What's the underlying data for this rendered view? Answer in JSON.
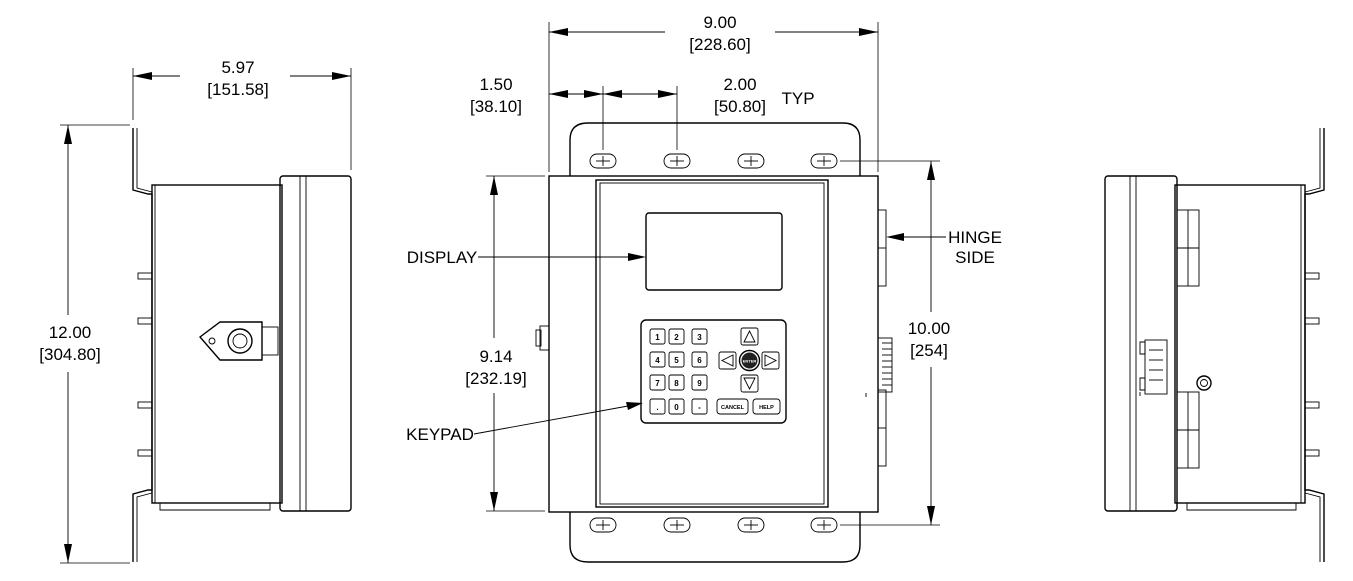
{
  "dimensions": {
    "depth": {
      "value": "5.97",
      "metric": "[151.58]"
    },
    "height_overall": {
      "value": "12.00",
      "metric": "[304.80]"
    },
    "width_overall": {
      "value": "9.00",
      "metric": "[228.60]"
    },
    "slot_offset": {
      "value": "1.50",
      "metric": "[38.10]"
    },
    "slot_pitch": {
      "value": "2.00",
      "metric": "[50.80]",
      "suffix": "TYP"
    },
    "enclosure_height": {
      "value": "9.14",
      "metric": "[232.19]"
    },
    "mount_spacing": {
      "value": "10.00",
      "metric": "[254]"
    }
  },
  "labels": {
    "display": "DISPLAY",
    "keypad": "KEYPAD",
    "hinge_line1": "HINGE",
    "hinge_line2": "SIDE"
  },
  "keypad_keys": {
    "k1": "1",
    "k2": "2",
    "k3": "3",
    "k4": "4",
    "k5": "5",
    "k6": "6",
    "k7": "7",
    "k8": "8",
    "k9": "9",
    "kdot": ".",
    "k0": "0",
    "kminus": "-",
    "cancel": "CANCEL",
    "help": "HELP",
    "enter": "ENTER"
  },
  "icons": [
    "up-arrow-icon",
    "down-arrow-icon",
    "left-arrow-icon",
    "right-arrow-icon",
    "mounting-slot-icon",
    "cable-gland-icon",
    "latch-icon"
  ]
}
